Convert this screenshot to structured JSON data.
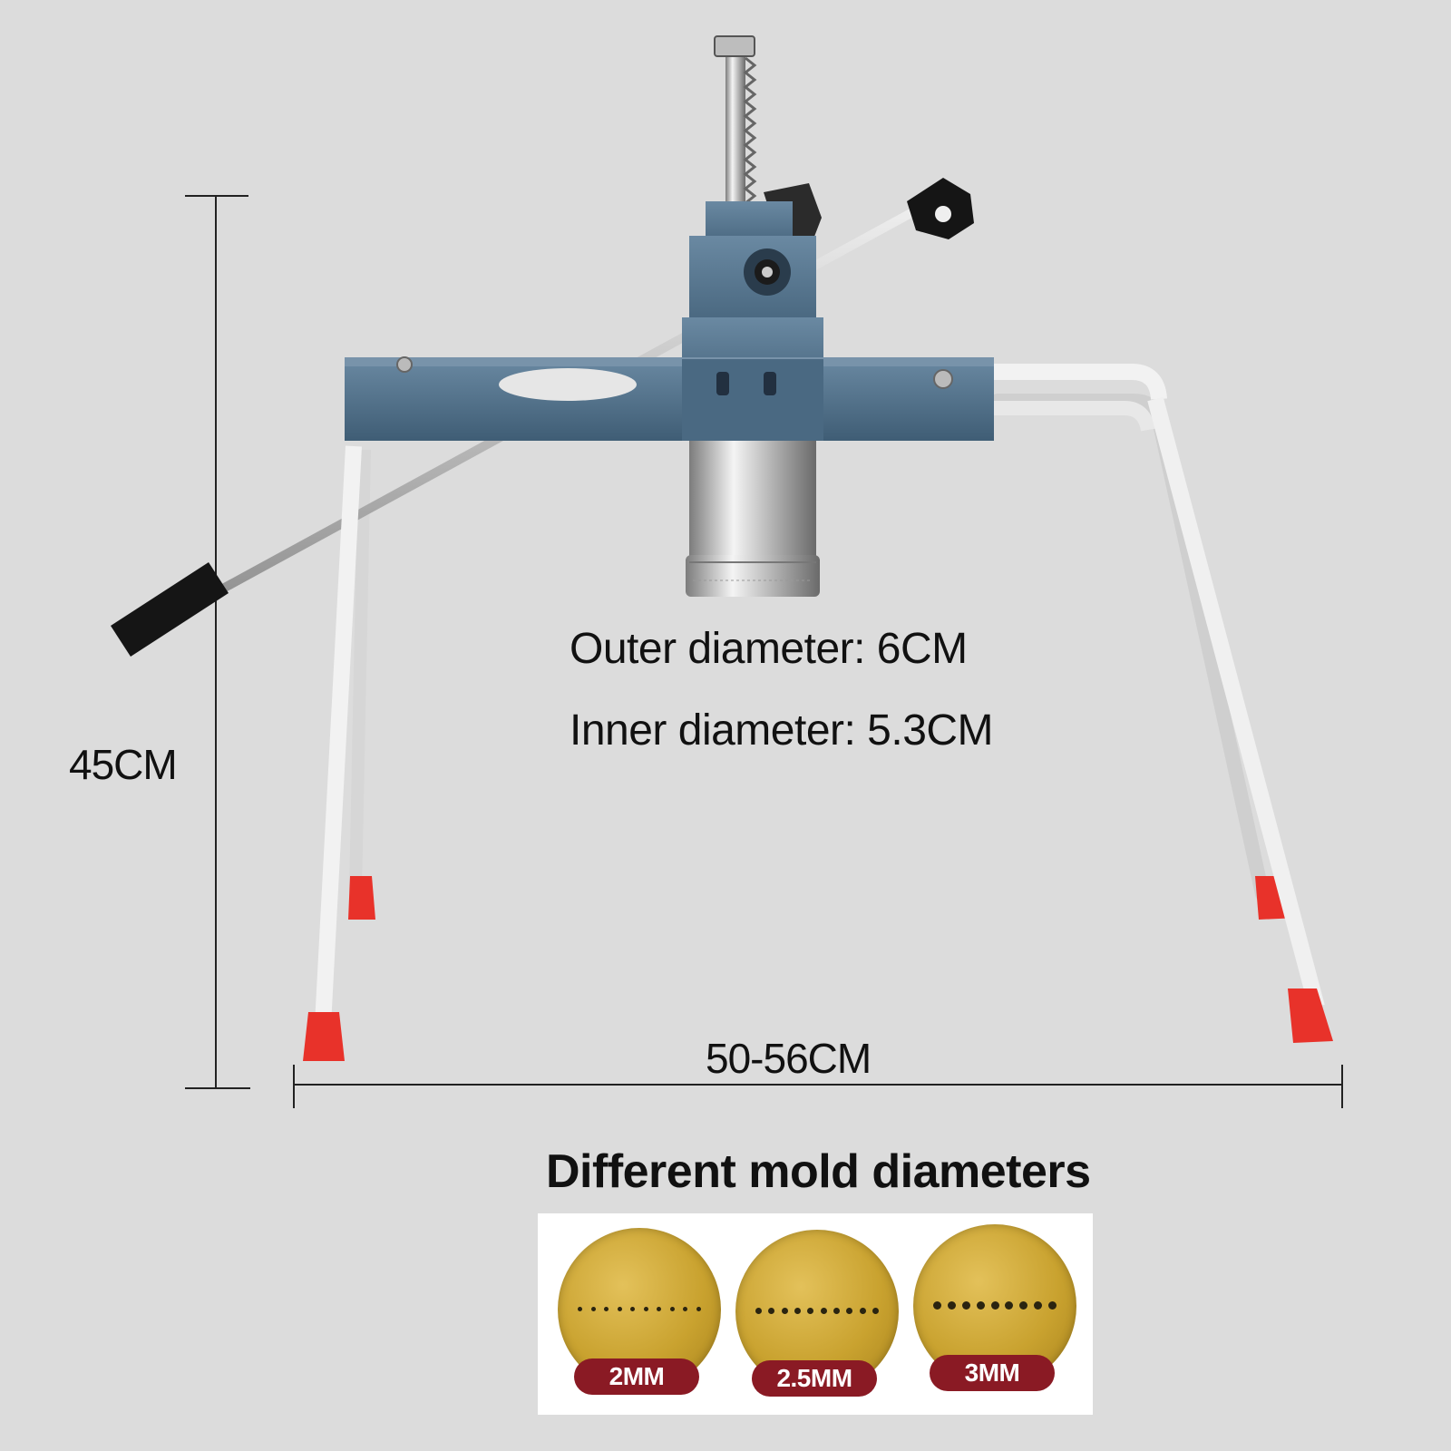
{
  "dimensions": {
    "height": "45CM",
    "width": "50-56CM"
  },
  "specs": {
    "outer_diameter": "Outer diameter: 6CM",
    "inner_diameter": "Inner diameter: 5.3CM"
  },
  "molds": {
    "title": "Different mold diameters",
    "items": [
      {
        "label": "2MM"
      },
      {
        "label": "2.5MM"
      },
      {
        "label": "3MM"
      }
    ]
  },
  "colors": {
    "background": "#dcdcdc",
    "frame_blue": "#4f6f88",
    "leg_white": "#f2f2f2",
    "foot_red": "#e8322a",
    "mold_gold": "#c9a22f",
    "badge_maroon": "#8a1a24"
  }
}
